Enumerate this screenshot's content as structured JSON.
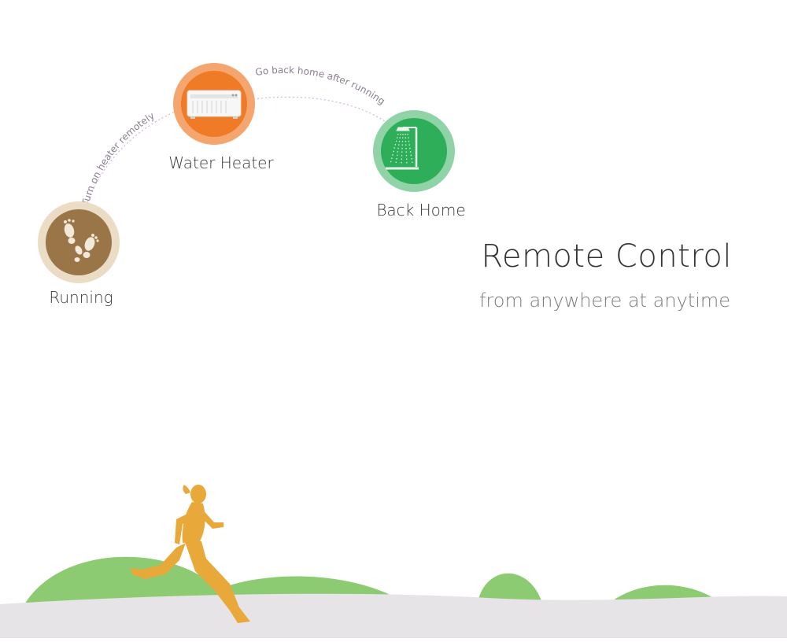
{
  "steps": {
    "running": {
      "label": "Running",
      "icon": "footprints-icon"
    },
    "heater": {
      "label": "Water Heater",
      "icon": "heater-icon"
    },
    "home": {
      "label": "Back Home",
      "icon": "shower-icon"
    }
  },
  "paths": {
    "first": "Turn on heater remotely",
    "second": "Go back home after running"
  },
  "headline": {
    "title": "Remote Control",
    "subtitle": "from anywhere at anytime"
  },
  "colors": {
    "running_outer": "#eadcc5",
    "running_inner": "#9a7548",
    "heater_outer": "#f5a66e",
    "heater_inner": "#f07b26",
    "home_outer": "#8fd3a6",
    "home_inner": "#2fae5a",
    "dotted_path": "#d9b7df",
    "hills": "#8ccb72",
    "ground": "#e6e4e6",
    "runner": "#e8a93a"
  }
}
